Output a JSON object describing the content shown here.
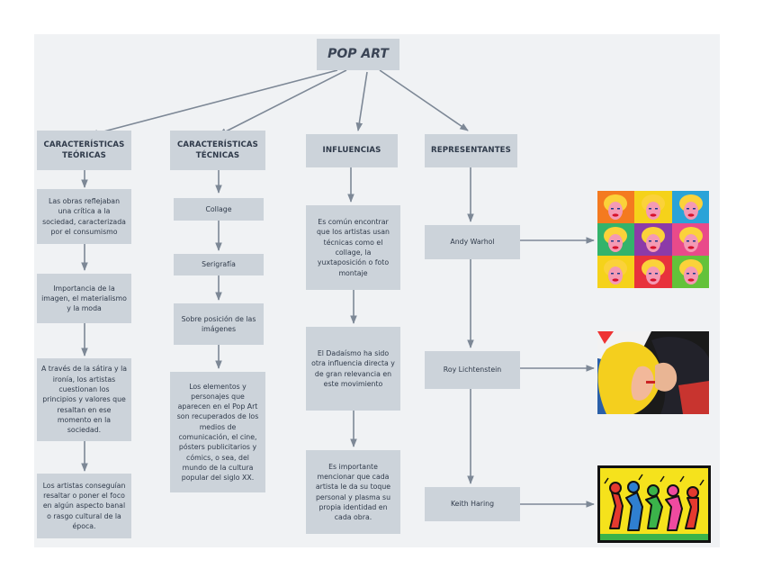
{
  "title": "POP ART",
  "headers": {
    "teoricas": "CARACTERÍSTICAS TEÓRICAS",
    "tecnicas": "CARACTERÍSTICAS TÉCNICAS",
    "influencias": "INFLUENCIAS",
    "representantes": "REPRESENTANTES"
  },
  "teoricas": [
    "Las obras reflejaban una crítica a la sociedad, caracterizada por el consumismo",
    "Importancia de la imagen, el materialismo y la moda",
    "A través de la sátira y la ironía, los artistas cuestionan los principios y valores que resaltan en ese momento en la sociedad.",
    "Los artistas conseguían resaltar o poner el foco en algún aspecto banal o rasgo cultural de la época."
  ],
  "tecnicas": [
    "Collage",
    "Serigrafía",
    "Sobre posición de las imágenes",
    "Los elementos y personajes que aparecen en el Pop Art son recuperados de los medios de comunicación, el cine, pósters publicitarios y cómics, o sea, del mundo de la cultura popular del siglo XX."
  ],
  "influencias": [
    "Es común encontrar que los artistas usan técnicas como el collage, la yuxtaposición o foto montaje",
    "El Dadaísmo ha sido otra influencia directa y de gran relevancia en este movimiento",
    "Es importante mencionar que cada artista le da su toque personal y plasma su propia identidad en cada obra."
  ],
  "representantes": [
    "Andy Warhol",
    "Roy Lichtenstein",
    "Keith Haring"
  ],
  "colors": {
    "background": "#f0f2f4",
    "node": "#ccd3da",
    "text": "#2f3a4a",
    "connector": "#7d8896"
  }
}
